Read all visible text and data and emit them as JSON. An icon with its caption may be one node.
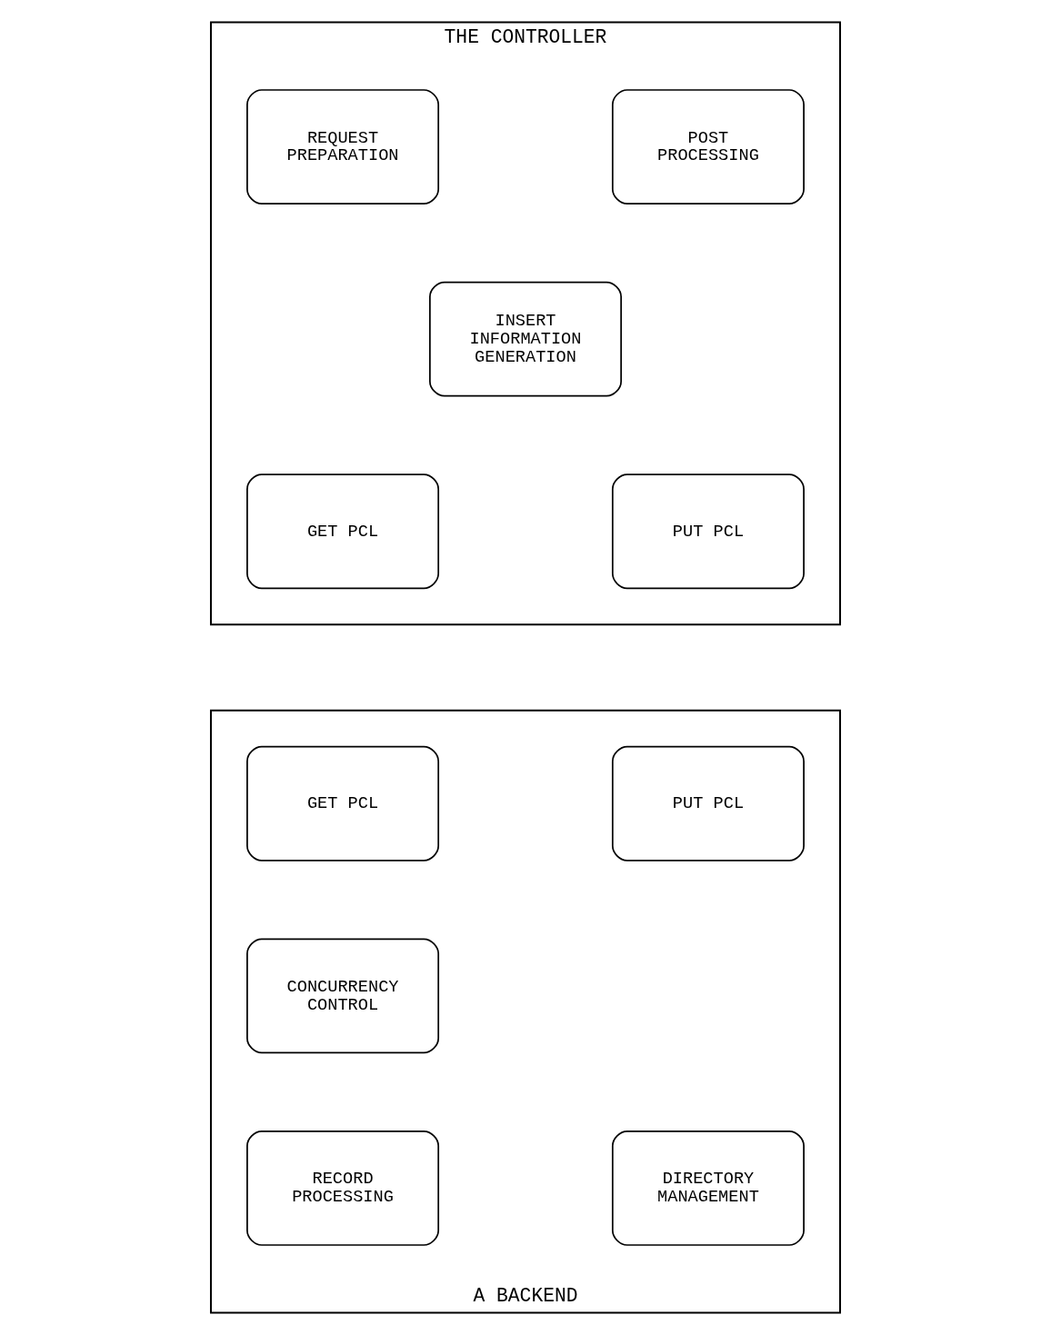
{
  "diagram": {
    "nodes": [
      {
        "text": [
          "THE CONTROLLER"
        ]
      },
      {
        "text": [
          "POST PROCESSING"
        ],
        "in": 0
      },
      {
        "text": [
          "REQUEST PREPARATION"
        ],
        "in": 0
      },
      {
        "text": [
          "INSERT INFORMATION GENERATION"
        ],
        "in": 0
      },
      {
        "text": [
          "GET PCL"
        ],
        "in": 0
      },
      {
        "text": [
          "PUT PCL"
        ],
        "in": 0
      },
      {
        "text": [
          "A BACKEND"
        ]
      },
      {
        "text": [
          "PUT PCL"
        ],
        "in": 6
      },
      {
        "text": [
          "GET PCL"
        ],
        "in": 6
      },
      {
        "text": [
          "CONCURRENCY CONTROL"
        ],
        "in": 6
      },
      {
        "text": [
          "RECORD PROCESSING"
        ],
        "in": 6
      },
      {
        "text": [
          "DIRECTORY MANAGEMENT"
        ],
        "in": 6
      }
    ]
  }
}
